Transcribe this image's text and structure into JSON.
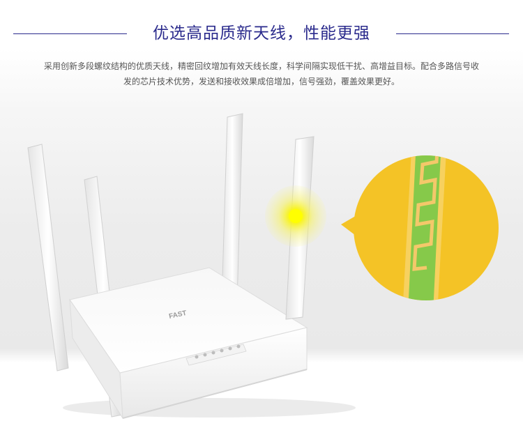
{
  "header": {
    "title": "优选高品质新天线，性能更强",
    "description_line1": "采用创新多段螺纹结构的优质天线，精密回纹增加有效天线长度，科学间隔实现低干扰、高增益目标。配合多路信号收",
    "description_line2": "发的芯片技术优势，发送和接收效果成倍增加，信号强劲，覆盖效果更好。"
  },
  "product": {
    "brand_logo": "FAST"
  },
  "colors": {
    "title": "#2a2a8c",
    "highlight": "#f7f21a",
    "zoom_circle": "#f4c326",
    "antenna_trace_green": "#86c94a"
  }
}
